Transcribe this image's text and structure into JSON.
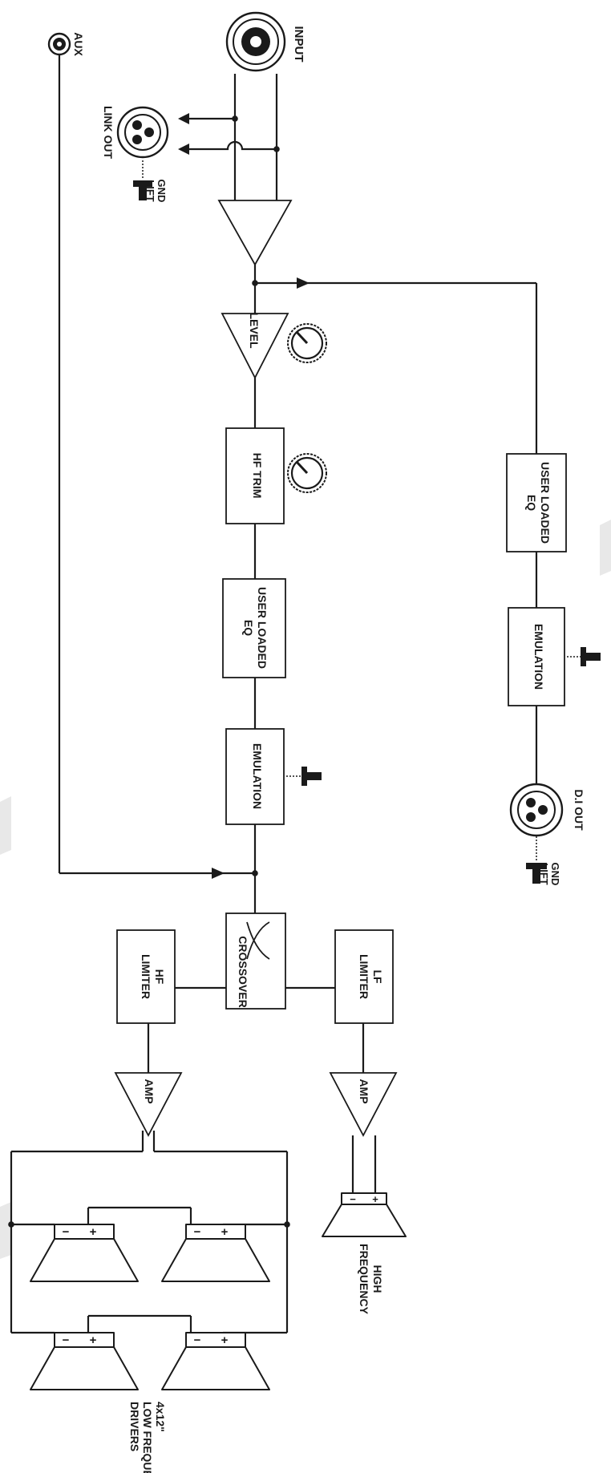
{
  "labels": {
    "aux": "AUX",
    "input": "INPUT",
    "link_out": "LINK OUT",
    "gnd": "GND",
    "lift": "LIFT",
    "level": "LEVEL",
    "hf_trim": "HF TRIM",
    "user_loaded": "USER LOADED",
    "eq": "EQ",
    "emulation": "EMULATION",
    "crossover": "CROSSOVER",
    "hf": "HF",
    "lf": "LF",
    "limiter": "LIMITER",
    "amp": "AMP",
    "di_out": "D.I OUT",
    "high": "HIGH",
    "frequency": "FREQUENCY",
    "driver_size": "4x12\"",
    "low_frequency": "LOW FREQUENCY",
    "drivers": "DRIVERS",
    "minus": "−",
    "plus": "+"
  }
}
